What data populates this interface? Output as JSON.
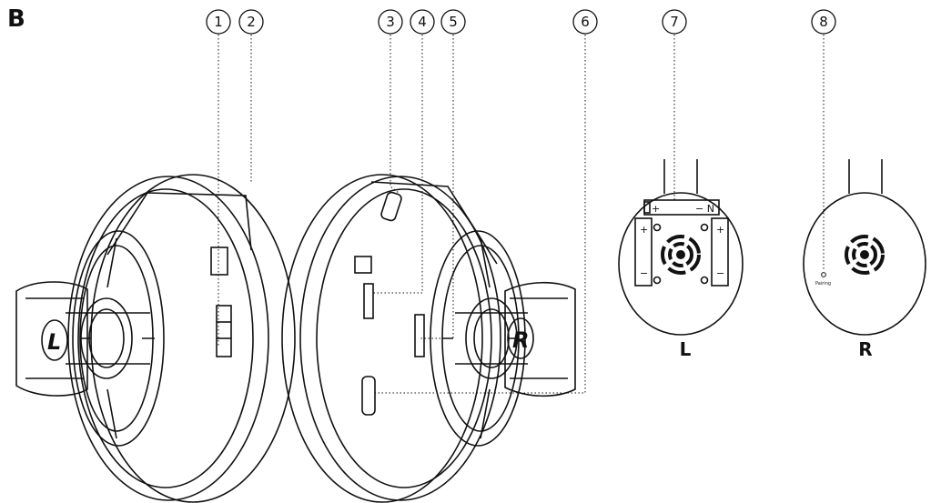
{
  "section_label": "B",
  "callouts": [
    "1",
    "2",
    "3",
    "4",
    "5",
    "6",
    "7",
    "8"
  ],
  "cups": {
    "left_letter": "L",
    "right_letter": "R"
  },
  "side_labels": {
    "left": "L",
    "right": "R"
  },
  "battery": {
    "plus": "+",
    "minus": "−",
    "minus_n": "− N"
  },
  "pairing_label": "Pairing"
}
